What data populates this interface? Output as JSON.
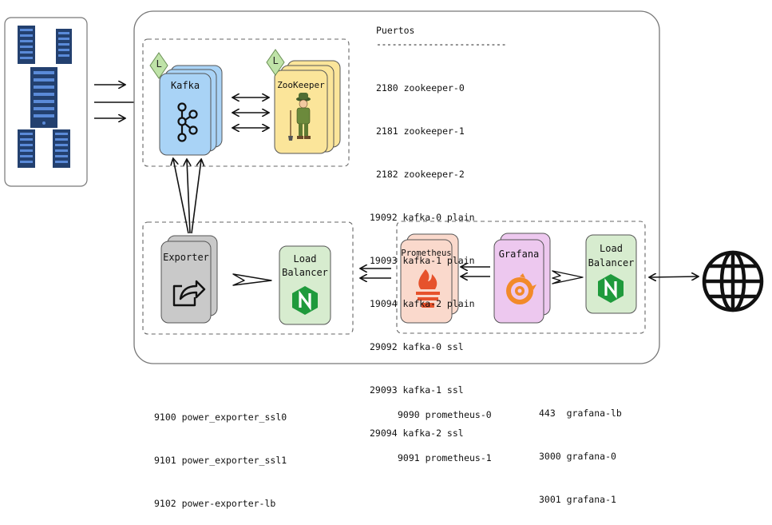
{
  "diagram": {
    "kafka": {
      "label": "Kafka",
      "leader_badge": "L"
    },
    "zookeeper": {
      "label": "ZooKeeper",
      "leader_badge": "L"
    },
    "exporter": {
      "label": "Exporter"
    },
    "load_balancer_left": {
      "label_line1": "Load",
      "label_line2": "Balancer",
      "icon": "nginx-icon"
    },
    "prometheus": {
      "label": "Prometheus"
    },
    "grafana": {
      "label": "Grafana"
    },
    "load_balancer_right": {
      "label_line1": "Load",
      "label_line2": "Balancer",
      "icon": "nginx-icon"
    },
    "servers_icon": "server-racks-icon",
    "internet_icon": "globe-icon"
  },
  "ports": {
    "title": "Puertos",
    "separator": "-------------------------",
    "items": [
      "2180 zookeeper-0",
      "2181 zookeeper-1",
      "2182 zookeeper-2",
      "19092 kafka-0 plain",
      "19093 kafka-1 plain",
      "19094 kafka-2 plain",
      "29092 kafka-0 ssl",
      "29093 kafka-1 ssl",
      "29094 kafka-2 ssl"
    ]
  },
  "exporter_ports": [
    "9100 power_exporter_ssl0",
    "9101 power_exporter_ssl1",
    "9102 power-exporter-lb"
  ],
  "prometheus_ports": [
    "9090 prometheus-0",
    "9091 prometheus-1"
  ],
  "grafana_ports": [
    "443  grafana-lb",
    "3000 grafana-0",
    "3001 grafana-1"
  ],
  "colors": {
    "kafka": "#a9d3f6",
    "zookeeper": "#fbe59a",
    "exporter": "#c9c9c9",
    "prometheus": "#fad9cc",
    "grafana": "#edc8ef",
    "load_balancer": "#d7eccf",
    "nginx": "#1f9a3c",
    "leader_badge": "#bfe3a8"
  }
}
